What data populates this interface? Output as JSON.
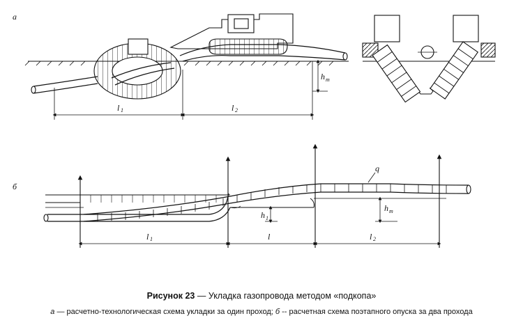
{
  "panel_a": {
    "letter": "а",
    "dims": {
      "l1": "l",
      "l1_sub": "1",
      "l2": "l",
      "l2_sub": "2",
      "h": "h",
      "h_sub": "т"
    }
  },
  "panel_b": {
    "letter": "б",
    "q": "q",
    "dims": {
      "l1": "l",
      "l1_sub": "1",
      "l": "l",
      "l2": "l",
      "l2_sub": "2",
      "h1": "h",
      "h1_sub": "1",
      "h": "h",
      "h_sub": "т"
    }
  },
  "caption": {
    "title_bold": "Рисунок 23",
    "title_rest": " — Укладка газопровода методом «подкопа»",
    "a_letter": "а",
    "a_text": " — расчетно-технологическая схема укладки за один проход; ",
    "b_letter": "б",
    "b_text": " -- расчетная схема поэтапного опуска за два прохода"
  }
}
